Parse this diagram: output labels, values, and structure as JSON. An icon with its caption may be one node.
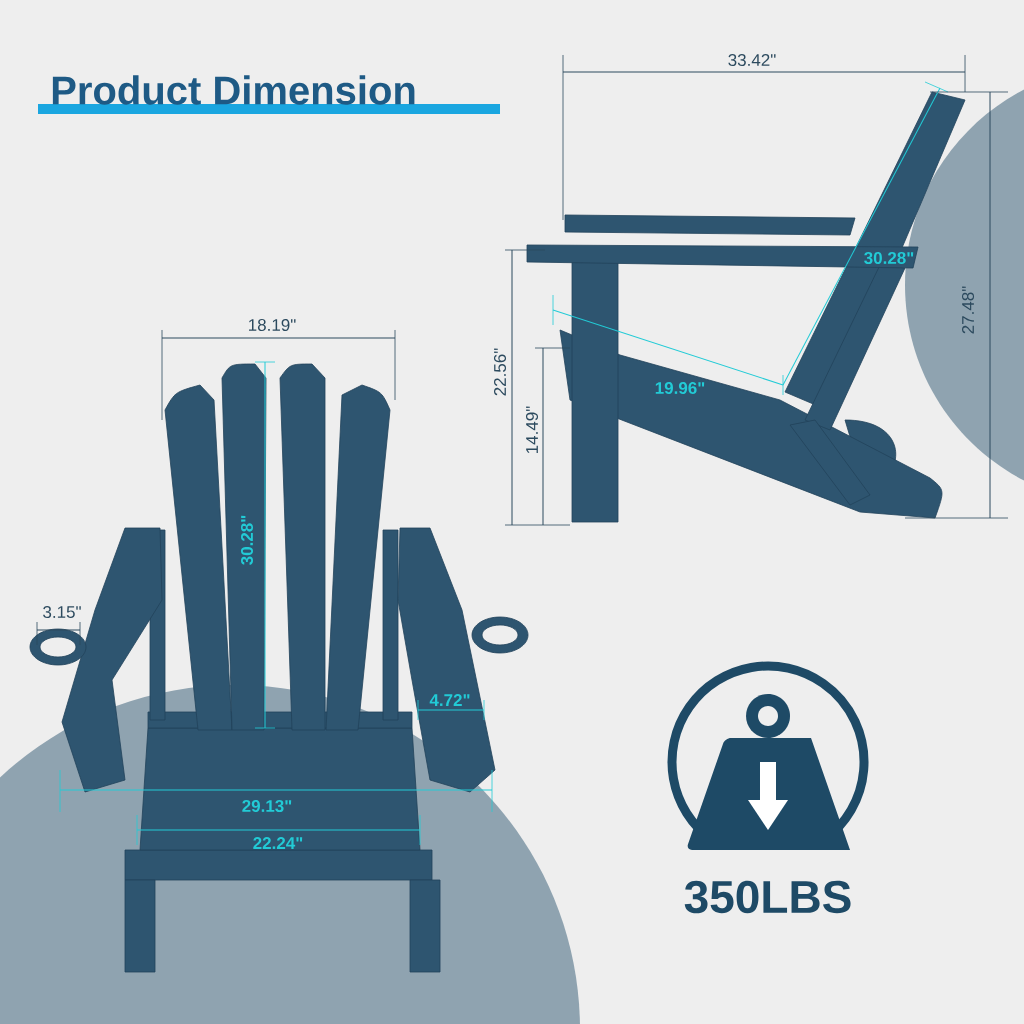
{
  "diagram": {
    "title": "Product Dimension",
    "labels": [
      "33.42\"",
      "30.28\"",
      "27.48\"",
      "18.19\"",
      "22.56\"",
      "19.96\"",
      "30.28\"",
      "14.49\"",
      "3.15\"",
      "4.72\"",
      "29.13\"",
      "22.24\"",
      "350LBS"
    ]
  }
}
